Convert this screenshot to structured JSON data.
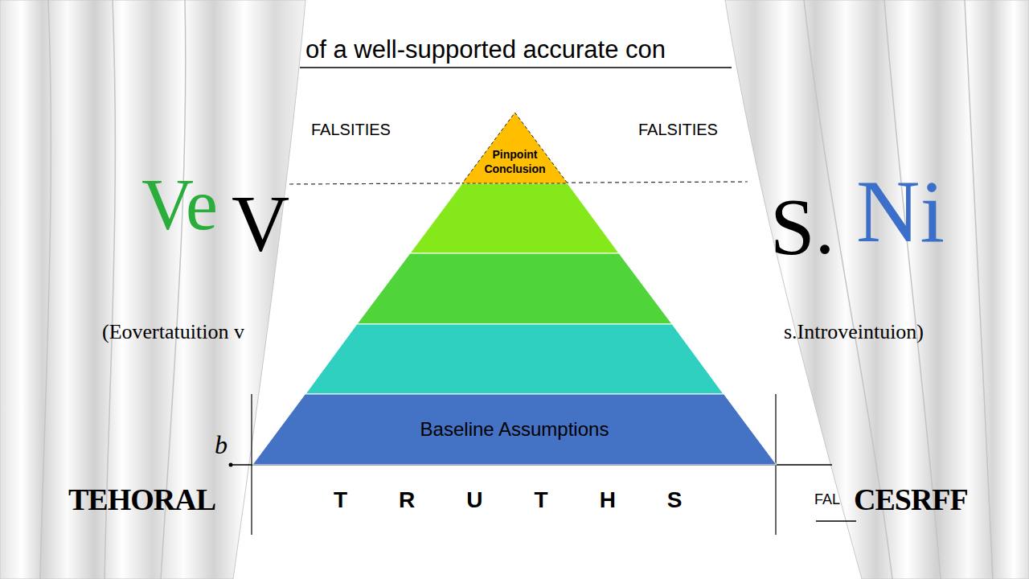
{
  "diagram": {
    "title": "of a well-supported accurate con",
    "nodes": [
      {
        "text": [
          "Pinpoint Conclusion"
        ]
      },
      {
        "text": [
          "Baseline Assumptions"
        ]
      }
    ],
    "labels": [
      "FALSITIES",
      "FALSITIES",
      "TRUTHS",
      "FAL",
      "Ve",
      "V",
      "S.",
      "Ni",
      "(Eovertatuition v",
      "s.Introveintuion)",
      "b",
      "TEHORAL",
      "CESRFF"
    ]
  }
}
